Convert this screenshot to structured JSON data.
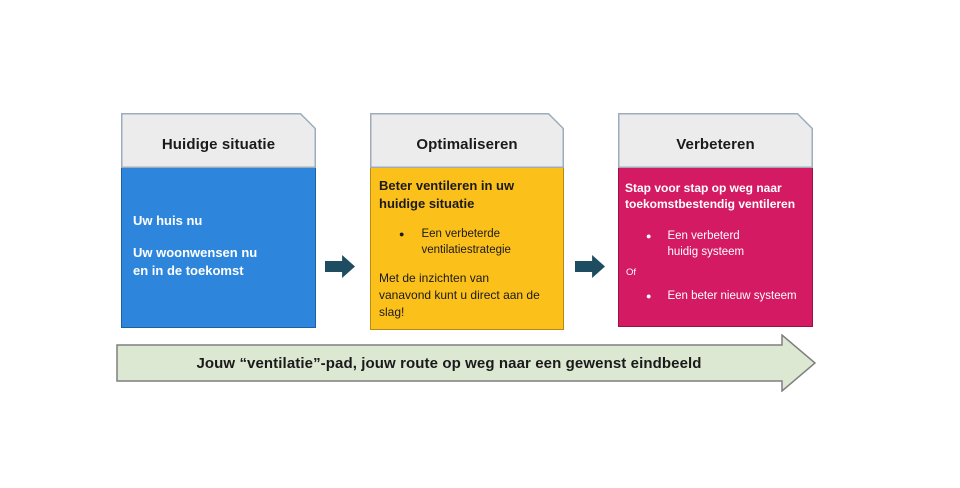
{
  "colors": {
    "blue_fill": "#2e86dc",
    "yellow_fill": "#fcc01b",
    "pink_fill": "#d41a63",
    "header_fill": "#ececec",
    "header_border": "#9dadbc",
    "connector_fill": "#1e4d61",
    "path_fill": "#dde8d2",
    "path_stroke": "#7f7f7f",
    "text_dark": "#1a1a1a",
    "text_light": "#ffffff"
  },
  "bullet_glyph": "●",
  "cards": [
    {
      "header": "Huidige situatie",
      "body": {
        "line1": "Uw huis nu",
        "line2": "Uw woonwensen nu\nen in de toekomst"
      }
    },
    {
      "header": "Optimaliseren",
      "body": {
        "title": "Beter ventileren in uw\nhuidige situatie",
        "bullets": [
          "Een verbeterde\nventilatiestrategie"
        ],
        "outro": "Met de inzichten van\nvanavond kunt u direct aan de\nslag!"
      }
    },
    {
      "header": "Verbeteren",
      "body": {
        "title": "Stap voor stap op weg naar\ntoekomstbestendig ventileren",
        "bullets": [
          "Een verbeterd\nhuidig systeem",
          "Een beter nieuw systeem"
        ],
        "separator": "Of"
      }
    }
  ],
  "path_arrow": {
    "label": "Jouw “ventilatie”-pad, jouw route op weg naar een gewenst eindbeeld"
  }
}
